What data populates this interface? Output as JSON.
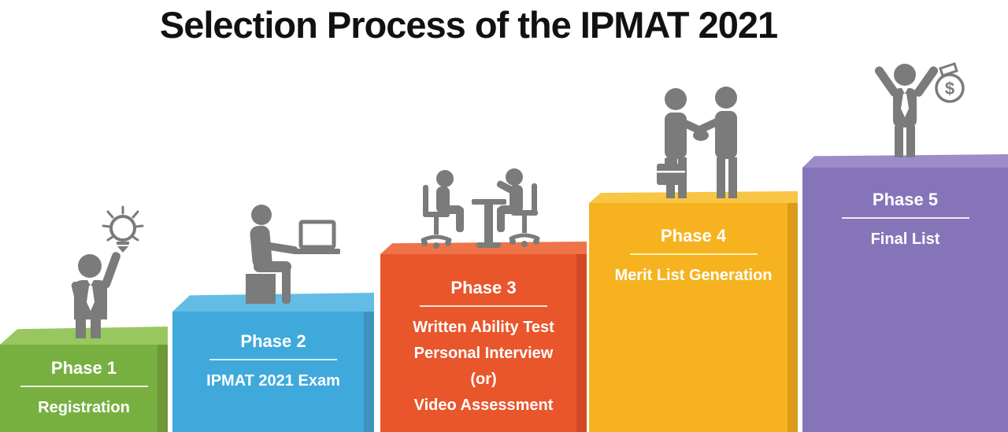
{
  "title": "Selection Process of the IPMAT 2021",
  "colors": {
    "background": "#ffffff",
    "title_text": "#111111",
    "icon": "#7b7b7b"
  },
  "steps": [
    {
      "phase": "Phase 1",
      "lines": [
        "Registration"
      ],
      "face_color": "#77B041",
      "top_color": "#98C75F",
      "underline_color": "#EDF5DC",
      "icon": "idea-person-icon"
    },
    {
      "phase": "Phase 2",
      "lines": [
        "IPMAT 2021 Exam"
      ],
      "face_color": "#3FA9DC",
      "top_color": "#62BCE6",
      "underline_color": "#D8EFFA",
      "icon": "laptop-person-icon"
    },
    {
      "phase": "Phase 3",
      "lines": [
        "Written Ability Test",
        "Personal Interview",
        "(or)",
        "Video Assessment"
      ],
      "face_color": "#E9562C",
      "top_color": "#EE7349",
      "underline_color": "#FBE3D9",
      "icon": "interview-icon"
    },
    {
      "phase": "Phase 4",
      "lines": [
        "Merit List Generation"
      ],
      "face_color": "#F6B31F",
      "top_color": "#F9C544",
      "underline_color": "#FBEFB0",
      "icon": "handshake-icon"
    },
    {
      "phase": "Phase 5",
      "lines": [
        "Final List"
      ],
      "face_color": "#8674B9",
      "top_color": "#9C8CC7",
      "underline_color": "#EFEDF7",
      "icon": "winner-icon"
    }
  ]
}
